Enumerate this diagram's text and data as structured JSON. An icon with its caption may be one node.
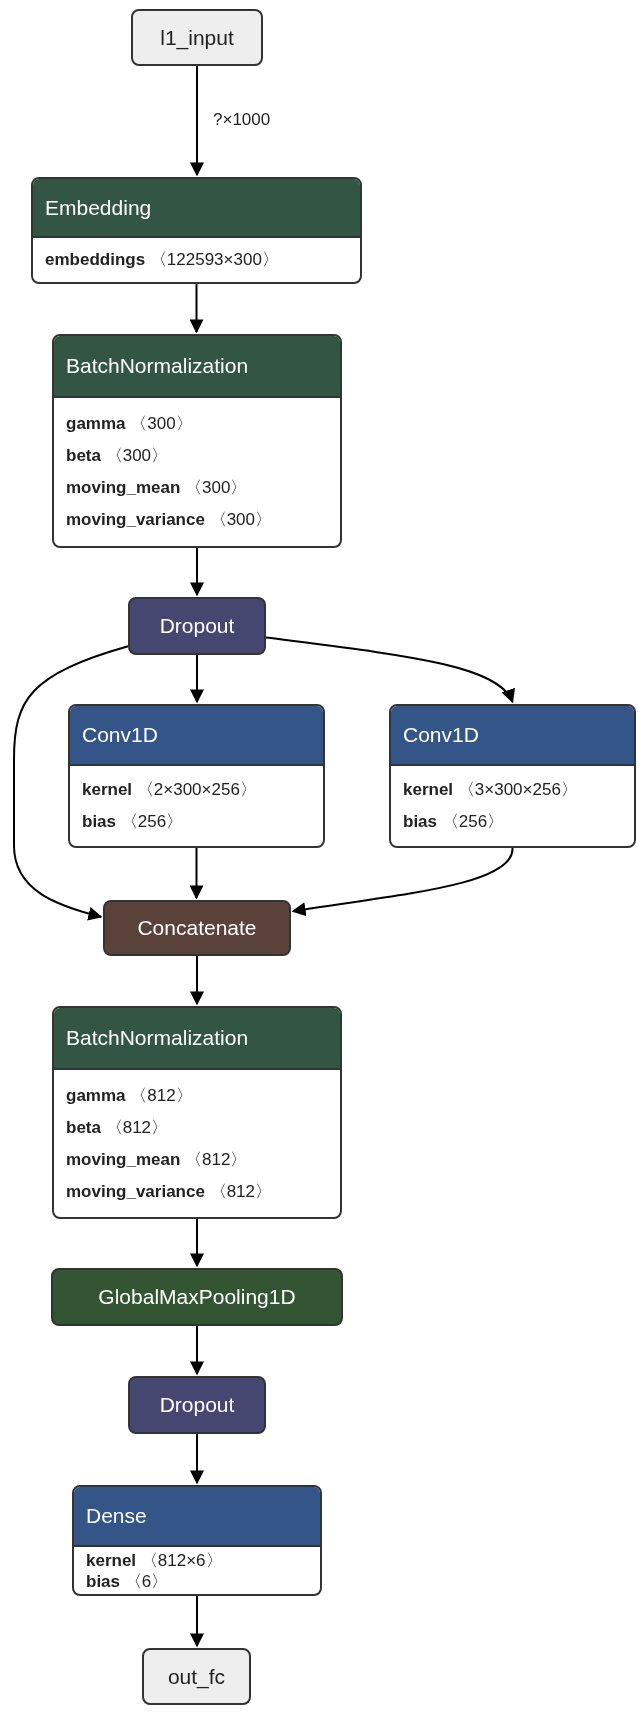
{
  "diagram": {
    "nodes": [
      {
        "text": [
          "l1_input"
        ]
      },
      {
        "text": [
          "Embedding",
          "**embeddings** 〈122593×300〉"
        ]
      },
      {
        "text": [
          "BatchNormalization",
          "**gamma** 〈300〉",
          "**beta** 〈300〉",
          "**moving_mean** 〈300〉",
          "**moving_variance** 〈300〉"
        ]
      },
      {
        "text": [
          "Dropout"
        ]
      },
      {
        "text": [
          "Conv1D",
          "**kernel** 〈2×300×256〉",
          "**bias** 〈256〉"
        ]
      },
      {
        "text": [
          "Conv1D",
          "**kernel** 〈3×300×256〉",
          "**bias** 〈256〉"
        ]
      },
      {
        "text": [
          "Concatenate"
        ]
      },
      {
        "text": [
          "BatchNormalization",
          "**gamma** 〈812〉",
          "**beta** 〈812〉",
          "**moving_mean** 〈812〉",
          "**moving_variance** 〈812〉"
        ]
      },
      {
        "text": [
          "GlobalMaxPooling1D"
        ]
      },
      {
        "text": [
          "Dropout"
        ]
      },
      {
        "text": [
          "Dense",
          "**kernel** 〈812×6〉",
          "**bias** 〈6〉"
        ]
      },
      {
        "text": [
          "out_fc"
        ]
      }
    ],
    "edges": [
      {
        "from": 0,
        "to": 1,
        "arrow": "to",
        "label": "?×1000"
      },
      {
        "from": 1,
        "to": 2,
        "arrow": "to"
      },
      {
        "from": 2,
        "to": 3,
        "arrow": "to"
      },
      {
        "from": 3,
        "to": 4,
        "arrow": "to"
      },
      {
        "from": 3,
        "to": 5,
        "arrow": "to"
      },
      {
        "from": 3,
        "to": 6,
        "arrow": "to"
      },
      {
        "from": 4,
        "to": 6,
        "arrow": "to"
      },
      {
        "from": 5,
        "to": 6,
        "arrow": "to"
      },
      {
        "from": 6,
        "to": 7,
        "arrow": "to"
      },
      {
        "from": 7,
        "to": 8,
        "arrow": "to"
      },
      {
        "from": 8,
        "to": 9,
        "arrow": "to"
      },
      {
        "from": 9,
        "to": 10,
        "arrow": "to"
      },
      {
        "from": 10,
        "to": 11,
        "arrow": "to"
      }
    ]
  }
}
